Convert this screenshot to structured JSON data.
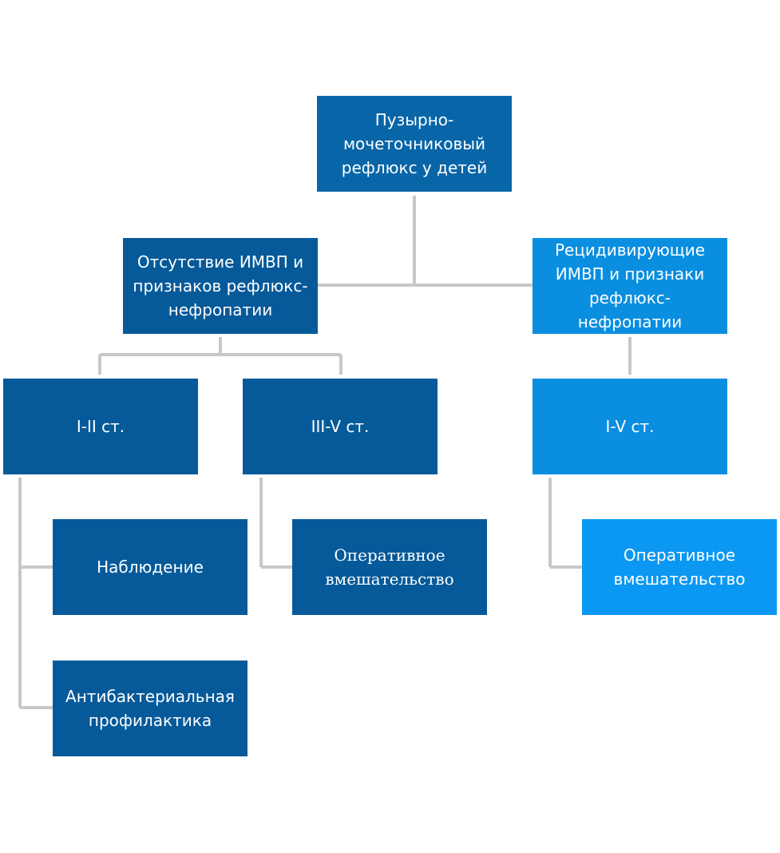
{
  "colors": {
    "dark": "#0866a8",
    "medium": "#065a9a",
    "light": "#0a8ee0",
    "lighter": "#0b98f2",
    "line": "#c8c8c8"
  },
  "nodes": {
    "root": "Пузырно-\nмочеточниковый\nрефлюкс у детей",
    "left_branch": "Отсутствие ИМВП и\nпризнаков рефлюкс-\nнефропатии",
    "right_branch": "Рецидивирующие\nИМВП и признаки\nрефлюкс-\nнефропатии",
    "grade_1_2": "I-II ст.",
    "grade_3_5": "III-V ст.",
    "grade_1_5": "I-V ст.",
    "observation": "Наблюдение",
    "antibacterial": "Антибактериальная\nпрофилактика",
    "surgery_left": "Оперативное\nвмешательство",
    "surgery_right": "Оперативное\nвмешательство"
  }
}
